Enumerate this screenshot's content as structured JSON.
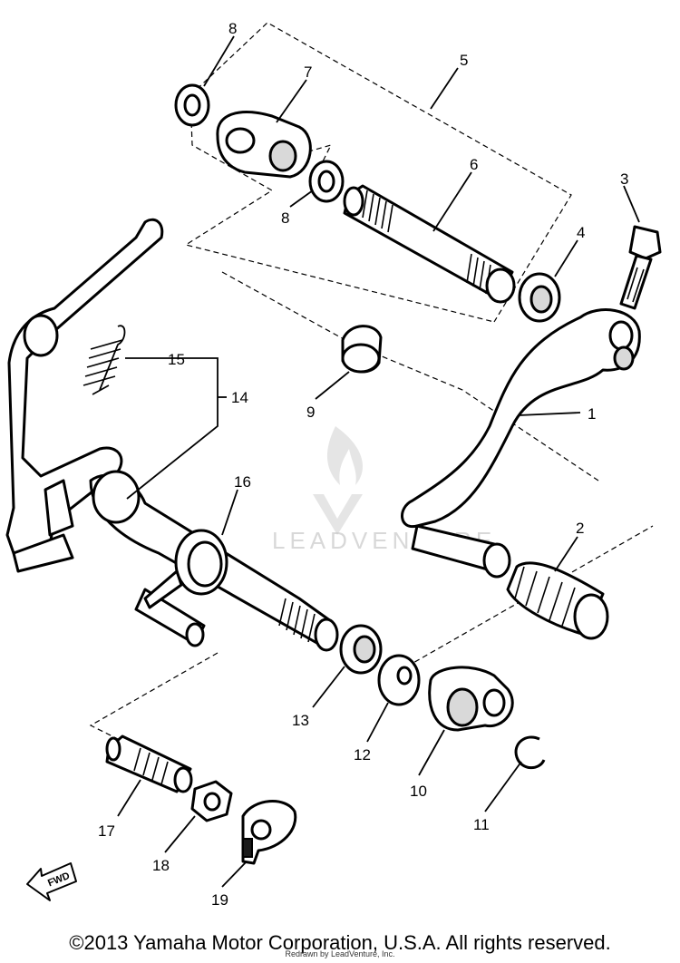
{
  "callouts": {
    "c1": "1",
    "c2": "2",
    "c3": "3",
    "c4": "4",
    "c5": "5",
    "c6": "6",
    "c7": "7",
    "c8a": "8",
    "c8b": "8",
    "c9": "9",
    "c10": "10",
    "c11": "11",
    "c12": "12",
    "c13": "13",
    "c14": "14",
    "c15": "15",
    "c16": "16",
    "c17": "17",
    "c18": "18",
    "c19": "19"
  },
  "direction_badge": "FWD",
  "watermark": "LEADVENTURE",
  "footer": {
    "copyright": "©2013 Yamaha Motor Corporation, U.S.A. All rights reserved.",
    "redrawn": "Redrawn by LeadVenture, Inc."
  }
}
